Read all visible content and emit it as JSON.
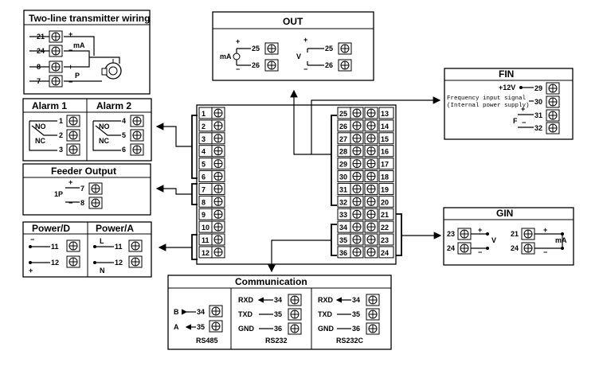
{
  "colors": {
    "line": "#000000",
    "background": "#ffffff"
  },
  "two_line": {
    "title": "Two-line transmitter wiring",
    "terminals": [
      "21",
      "24",
      "8",
      "7"
    ],
    "plus": "+",
    "minus": "−",
    "ma": "mA",
    "p": "P"
  },
  "out": {
    "title": "OUT",
    "ma": "mA",
    "v": "V",
    "plus": "+",
    "minus": "−",
    "terminals_left": [
      "25",
      "26"
    ],
    "terminals_right": [
      "25",
      "26"
    ]
  },
  "fin": {
    "title": "FIN",
    "v12": "+12V",
    "desc1": "Frequency input signal",
    "desc2": "(Internal power supply)",
    "f": "F",
    "plus": "+",
    "minus": "−",
    "terminals": [
      "29",
      "30",
      "31",
      "32"
    ]
  },
  "alarm": {
    "title1": "Alarm 1",
    "title2": "Alarm 2",
    "no": "NO",
    "nc": "NC",
    "left_terminals": [
      "1",
      "2",
      "3"
    ],
    "right_terminals": [
      "4",
      "5",
      "6"
    ]
  },
  "feeder": {
    "title": "Feeder Output",
    "label": "1P",
    "plus": "+",
    "minus": "−",
    "terminals": [
      "7",
      "8"
    ]
  },
  "power": {
    "title_d": "Power/D",
    "title_a": "Power/A",
    "minus": "−",
    "plus": "+",
    "l": "L",
    "n": "N",
    "terminals_d": [
      "11",
      "12"
    ],
    "terminals_a": [
      "11",
      "12"
    ]
  },
  "main_block": {
    "left": [
      "1",
      "2",
      "3",
      "4",
      "5",
      "6",
      "7",
      "8",
      "9",
      "10",
      "11",
      "12"
    ],
    "right_a": [
      "25",
      "26",
      "27",
      "28",
      "29",
      "30",
      "31",
      "32",
      "33",
      "34",
      "35",
      "36"
    ],
    "right_b": [
      "13",
      "14",
      "15",
      "16",
      "17",
      "18",
      "19",
      "20",
      "21",
      "22",
      "23",
      "24"
    ]
  },
  "gin": {
    "title": "GIN",
    "v": "V",
    "ma": "mA",
    "plus": "+",
    "minus": "−",
    "terminals_left": [
      "23",
      "24"
    ],
    "terminals_right": [
      "21",
      "24"
    ]
  },
  "comm": {
    "title": "Communication",
    "rs485": {
      "name": "RS485",
      "labels": [
        "B",
        "A"
      ],
      "terminals": [
        "34",
        "35"
      ]
    },
    "rs232": {
      "name": "RS232",
      "labels": [
        "RXD",
        "TXD",
        "GND"
      ],
      "terminals": [
        "34",
        "35",
        "36"
      ]
    },
    "rs232c": {
      "name": "RS232C",
      "labels": [
        "RXD",
        "TXD",
        "GND"
      ],
      "terminals": [
        "34",
        "35",
        "36"
      ]
    }
  }
}
